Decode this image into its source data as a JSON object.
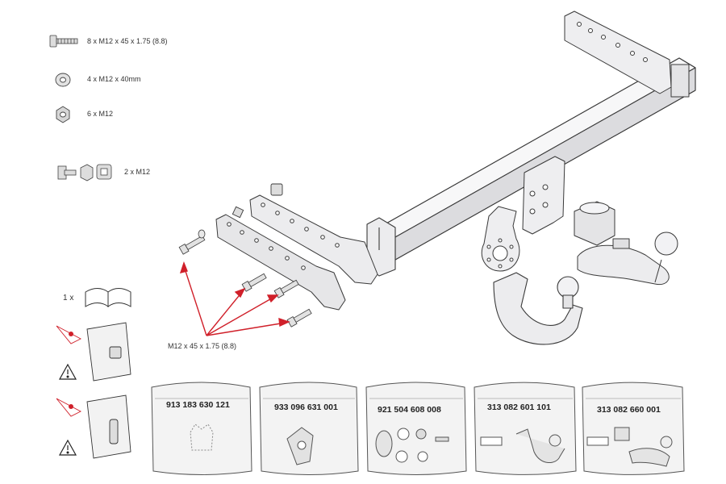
{
  "hardware": {
    "bolt_label": "8 x M12 x 45 x 1.75 (8.8)",
    "washer_label": "4 x M12 x 40mm",
    "nut_label": "6 x M12",
    "clip_label": "2 x M12"
  },
  "callout_label": "M12 x 45 x 1.75 (8.8)",
  "manual_qty": "1 x",
  "bags": [
    {
      "part_no": "913 183 630 121"
    },
    {
      "part_no": "933 096 631 001"
    },
    {
      "part_no": "921 504 608 008"
    },
    {
      "part_no": "313 082 601 101"
    },
    {
      "part_no": "313 082 660 001"
    }
  ],
  "colors": {
    "callout": "#d0202a",
    "line": "#3a3a3a",
    "metal": "#e8e8ea"
  }
}
